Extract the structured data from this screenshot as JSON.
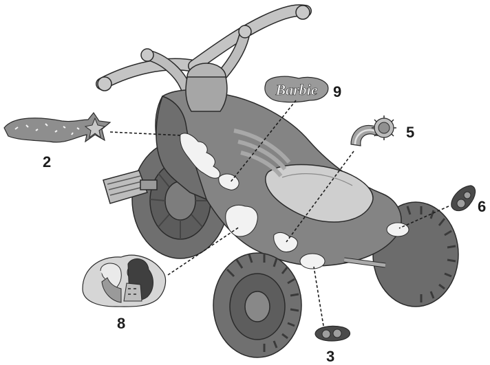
{
  "diagram": {
    "callouts": [
      {
        "id": "2",
        "label": "2",
        "part": "star-trail-decal"
      },
      {
        "id": "9",
        "label": "9",
        "part": "barbie-logo-decal"
      },
      {
        "id": "5",
        "label": "5",
        "part": "rainbow-sun-decal"
      },
      {
        "id": "6",
        "label": "6",
        "part": "right-light-decal"
      },
      {
        "id": "8",
        "label": "8",
        "part": "barbie-friends-decal"
      },
      {
        "id": "3",
        "label": "3",
        "part": "front-light-decal"
      }
    ],
    "logo_text": "Barbie"
  },
  "colors": {
    "trike_dark": "#6f6f6f",
    "trike_mid": "#8a8a8a",
    "trike_light": "#b9b9b9",
    "seat": "#cfcfcf",
    "decal_white": "#f2f2f2",
    "outline": "#2a2a2a"
  }
}
